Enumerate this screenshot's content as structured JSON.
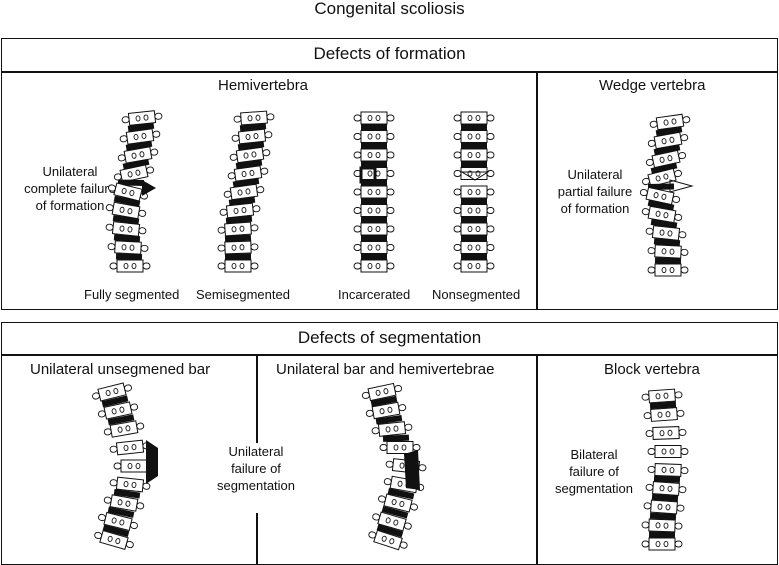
{
  "title": "Congenital scoliosis",
  "formation": {
    "header": "Defects of formation",
    "hemivertebra": {
      "heading": "Hemivertebra",
      "annotation": [
        "Unilateral",
        "complete failure",
        "of formation"
      ],
      "captions": [
        "Fully segmented",
        "Semisegmented",
        "Incarcerated",
        "Nonsegmented"
      ]
    },
    "wedge": {
      "heading": "Wedge vertebra",
      "annotation": [
        "Unilateral",
        "partial failure",
        "of formation"
      ]
    }
  },
  "segmentation": {
    "header": "Defects of segmentation",
    "unsegmented_bar": {
      "heading": "Unilateral unsegmened bar"
    },
    "bar_hemi": {
      "heading": "Unilateral bar and hemivertebrae"
    },
    "shared_annotation": [
      "Unilateral",
      "failure of",
      "segmentation"
    ],
    "block": {
      "heading": "Block vertebra",
      "annotation": [
        "Bilateral",
        "failure of",
        "segmentation"
      ]
    }
  }
}
